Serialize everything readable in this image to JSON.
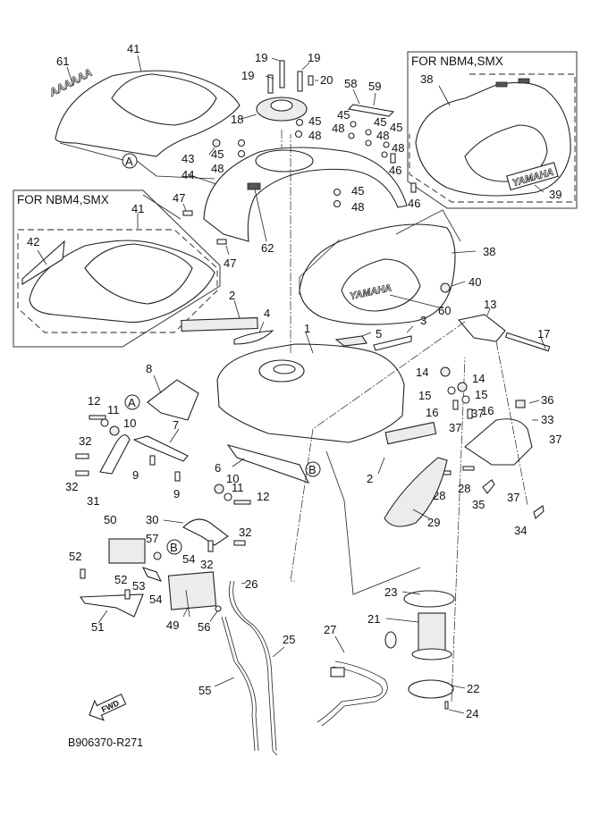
{
  "diagram": {
    "type": "exploded-parts-diagram",
    "subject": "Fuel tank assembly",
    "diagram_code": "B906370-R271",
    "direction_indicator": "FWD",
    "variant_boxes": [
      {
        "title": "FOR NBM4,SMX",
        "parts": [
          "38",
          "39"
        ]
      },
      {
        "title": "FOR NBM4,SMX",
        "parts": [
          "41",
          "42"
        ]
      }
    ],
    "reference_markers": [
      "A",
      "A",
      "B",
      "B"
    ],
    "decal_texts": {
      "tank_side_logo": "YAMAHA",
      "variant_logo": "YAMAHA",
      "shroud_logo": "AAAAAA"
    },
    "callouts": {
      "c1": "1",
      "c2a": "2",
      "c2b": "2",
      "c3": "3",
      "c4": "4",
      "c5": "5",
      "c6": "6",
      "c7": "7",
      "c8": "8",
      "c9a": "9",
      "c9b": "9",
      "c10a": "10",
      "c10b": "10",
      "c11a": "11",
      "c11b": "11",
      "c12a": "12",
      "c12b": "12",
      "c13": "13",
      "c14a": "14",
      "c14b": "14",
      "c15a": "15",
      "c15b": "15",
      "c16a": "16",
      "c16b": "16",
      "c17": "17",
      "c18": "18",
      "c19a": "19",
      "c19b": "19",
      "c19c": "19",
      "c20": "20",
      "c21": "21",
      "c22": "22",
      "c23": "23",
      "c24": "24",
      "c25": "25",
      "c26": "26",
      "c27": "27",
      "c28a": "28",
      "c28b": "28",
      "c29": "29",
      "c30": "30",
      "c31": "31",
      "c32a": "32",
      "c32b": "32",
      "c32c": "32",
      "c32d": "32",
      "c33": "33",
      "c34": "34",
      "c35": "35",
      "c36": "36",
      "c37a": "37",
      "c37b": "37",
      "c37c": "37",
      "c37d": "37",
      "c38a": "38",
      "c38b": "38",
      "c39": "39",
      "c40": "40",
      "c41a": "41",
      "c41b": "41",
      "c42": "42",
      "c43": "43",
      "c44": "44",
      "c45a": "45",
      "c45b": "45",
      "c45c": "45",
      "c45d": "45",
      "c45e": "45",
      "c45f": "45",
      "c46a": "46",
      "c46b": "46",
      "c47a": "47",
      "c47b": "47",
      "c48a": "48",
      "c48b": "48",
      "c48c": "48",
      "c48d": "48",
      "c48e": "48",
      "c48f": "48",
      "c49": "49",
      "c50": "50",
      "c51": "51",
      "c52a": "52",
      "c52b": "52",
      "c53": "53",
      "c54a": "54",
      "c54b": "54",
      "c55": "55",
      "c56": "56",
      "c57": "57",
      "c58": "58",
      "c59": "59",
      "c60": "60",
      "c61": "61",
      "c62": "62"
    }
  }
}
